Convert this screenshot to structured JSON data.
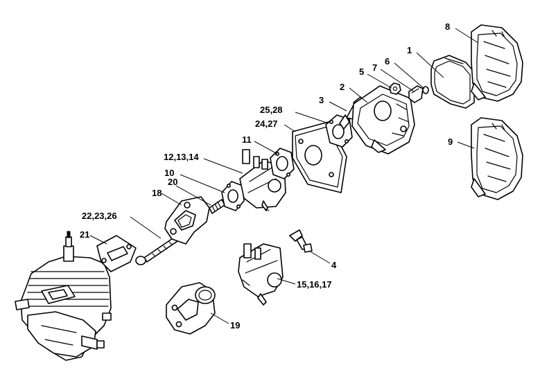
{
  "callouts": {
    "c1": "1",
    "c2": "2",
    "c3": "3",
    "c4": "4",
    "c5": "5",
    "c6": "6",
    "c7": "7",
    "c8": "8",
    "c9": "9",
    "c10": "10",
    "c11": "11",
    "c12_13_14": "12,13,14",
    "c15_16_17": "15,16,17",
    "c18": "18",
    "c19": "19",
    "c20": "20",
    "c21": "21",
    "c22_23_26": "22,23,26",
    "c24_27": "24,27",
    "c25_28": "25,28"
  }
}
